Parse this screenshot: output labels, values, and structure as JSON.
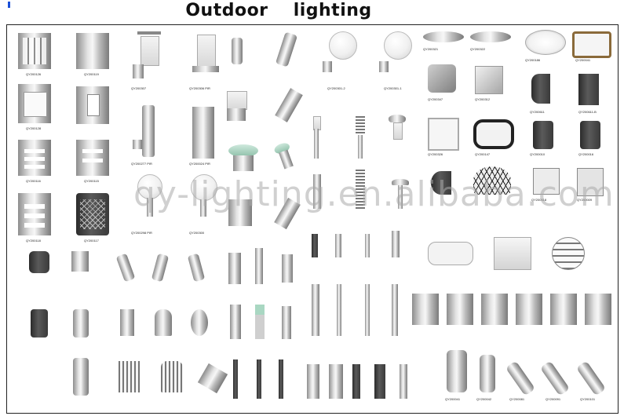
{
  "page": {
    "title": "Outdoor  lighting"
  },
  "watermark": "qy-lighting.en.alibaba.com",
  "colors": {
    "title": "#111111",
    "accent_mark": "#1a4fd8",
    "steel": "#d9d9d9",
    "dark_metal": "#3a3a3a"
  },
  "products": {
    "c1": [
      "QY200126",
      "QY200128",
      "QY200116",
      "QY200118"
    ],
    "c2": [
      "QY200119",
      "QY200115",
      "QY200117"
    ],
    "c3": [
      "QY200307",
      "QY200277 PIR",
      "QY200298 PIR"
    ],
    "c4": [
      "QY200306 PIR",
      "QY200024 PIR",
      "QY200300"
    ],
    "c7": [
      "QY200301-2",
      "QY200301-1"
    ],
    "r1": [
      "QY200321",
      "QY200322",
      "QY200186",
      "QY200041"
    ],
    "r2": [
      "QY200347",
      "QY200312",
      "QY200611",
      "QY200611-B"
    ],
    "r3": [
      "QY200326",
      "QY200147",
      "QY200010",
      "QY200016"
    ],
    "r4": [
      "QY200518",
      "QY200009"
    ],
    "bottom": [
      "QY200041",
      "QY200042",
      "QY200081",
      "QY200091",
      "QY200101"
    ]
  }
}
